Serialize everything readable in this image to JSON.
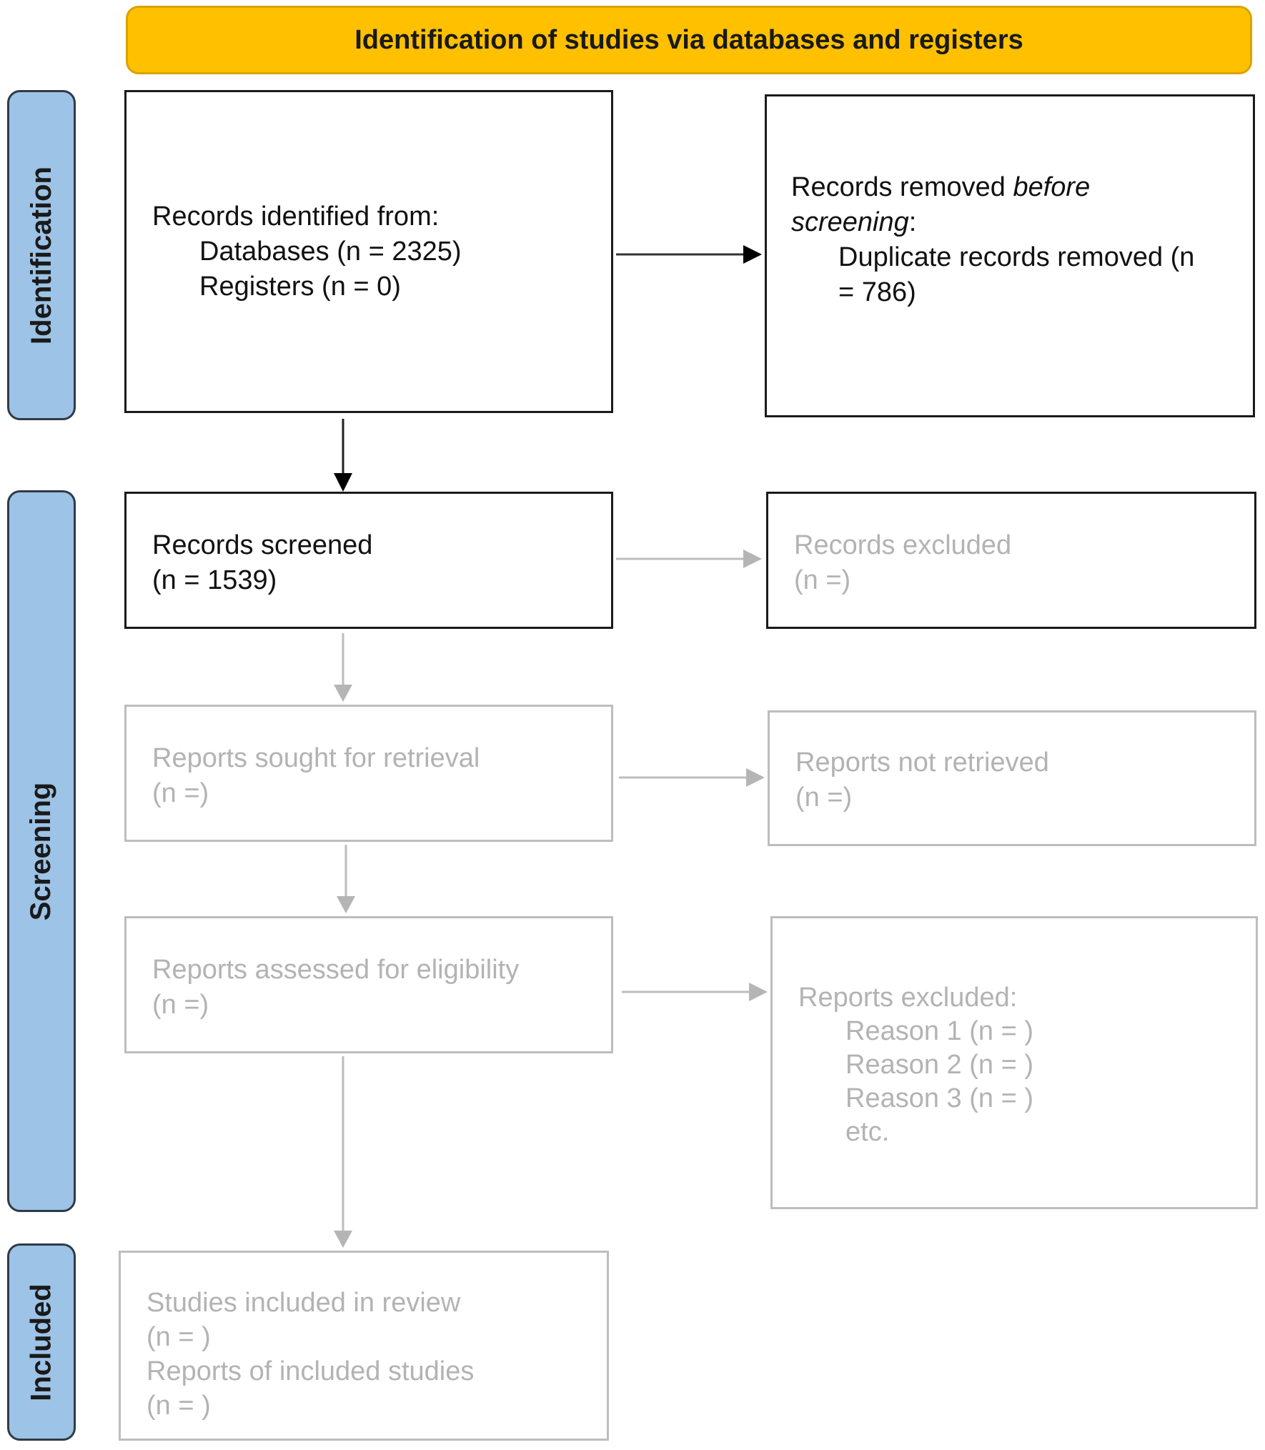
{
  "header": {
    "title": "Identification of studies via databases and registers"
  },
  "phases": {
    "identification": "Identification",
    "screening": "Screening",
    "included": "Included"
  },
  "boxes": {
    "records_identified": {
      "title": "Records identified from:",
      "databases": "Databases (n = 2325)",
      "registers": "Registers (n = 0)"
    },
    "records_removed": {
      "title_prefix": "Records removed ",
      "title_italic": "before",
      "title_italic2": "screening",
      "title_suffix": ":",
      "duplicates_line1": "Duplicate records removed (n",
      "duplicates_line2": "= 786)"
    },
    "records_screened": {
      "title": "Records screened",
      "count": "(n = 1539)"
    },
    "records_excluded": {
      "title": "Records excluded",
      "count": "(n =)"
    },
    "reports_sought": {
      "title": "Reports sought for retrieval",
      "count": "(n =)"
    },
    "reports_not_retrieved": {
      "title": "Reports not retrieved",
      "count": "(n =)"
    },
    "reports_assessed": {
      "title": "Reports assessed for eligibility",
      "count": "(n =)"
    },
    "reports_excluded": {
      "title": "Reports excluded:",
      "reasons": [
        "Reason 1 (n = )",
        "Reason 2 (n = )",
        "Reason 3 (n = )",
        "etc."
      ]
    },
    "studies_included": {
      "title": "Studies included in review",
      "count": "(n = )",
      "reports_title": "Reports of included studies",
      "reports_count": "(n = )"
    }
  },
  "colors": {
    "header_fill": "#FFC000",
    "phase_fill": "#9DC3E6",
    "active_border": "#1a1a1a",
    "faint_border": "#bdbdbd",
    "faint_text": "#b3b3b3"
  }
}
